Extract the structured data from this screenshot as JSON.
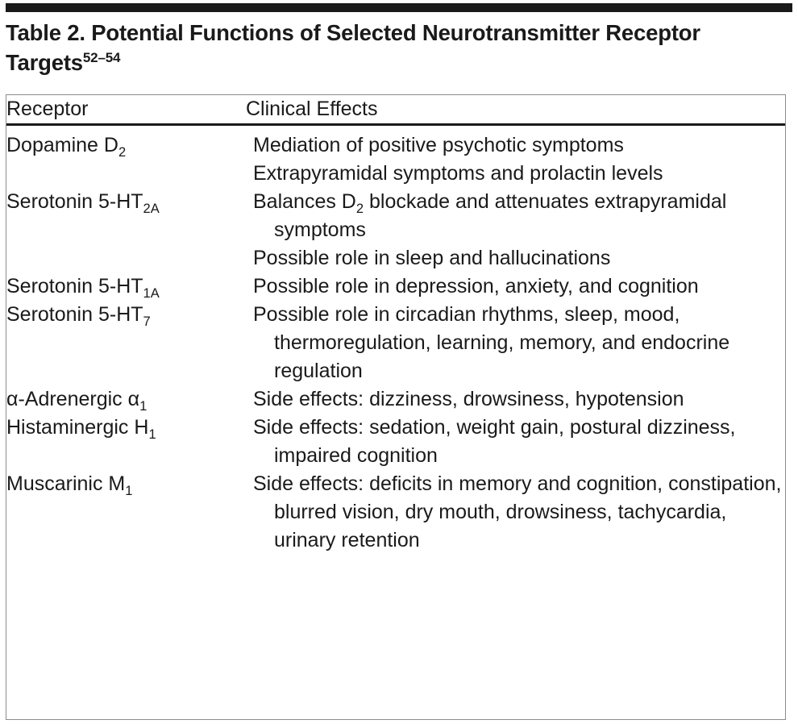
{
  "document": {
    "title_prefix": "Table 2. Potential Functions of Selected Neurotransmitter Receptor Targets",
    "title_superscript": "52–54",
    "title_full": "Table 2. Potential Functions of Selected Neurotransmitter Receptor Targets52–54"
  },
  "table": {
    "columns": [
      {
        "key": "receptor",
        "header": "Receptor"
      },
      {
        "key": "effects",
        "header": "Clinical Effects"
      }
    ],
    "rows": [
      {
        "receptor_text": "Dopamine D2",
        "receptor_base": "Dopamine D",
        "receptor_sub": "2",
        "effects": [
          "Mediation of positive psychotic symptoms",
          "Extrapyramidal symptoms and prolactin levels"
        ]
      },
      {
        "receptor_text": "Serotonin 5-HT2A",
        "receptor_base": "Serotonin 5-HT",
        "receptor_sub": "2A",
        "effects": [
          "Balances D2 blockade and attenuates extrapyramidal symptoms",
          "Possible role in sleep and hallucinations"
        ],
        "effects_rich": [
          {
            "pre": "Balances D",
            "sub": "2",
            "post": " blockade and attenuates extrapyramidal symptoms"
          },
          {
            "pre": "Possible role in sleep and hallucinations",
            "sub": "",
            "post": ""
          }
        ]
      },
      {
        "receptor_text": "Serotonin 5-HT1A",
        "receptor_base": "Serotonin 5-HT",
        "receptor_sub": "1A",
        "effects": [
          "Possible role in depression, anxiety, and cognition"
        ]
      },
      {
        "receptor_text": "Serotonin 5-HT7",
        "receptor_base": "Serotonin 5-HT",
        "receptor_sub": "7",
        "effects": [
          "Possible role in circadian rhythms, sleep, mood, thermoregulation, learning, memory, and endocrine regulation"
        ]
      },
      {
        "receptor_text": "α-Adrenergic α1",
        "receptor_base": "α-Adrenergic α",
        "receptor_sub": "1",
        "effects": [
          "Side effects: dizziness, drowsiness, hypotension"
        ]
      },
      {
        "receptor_text": "Histaminergic H1",
        "receptor_base": "Histaminergic H",
        "receptor_sub": "1",
        "effects": [
          "Side effects: sedation, weight gain, postural dizziness, impaired cognition"
        ]
      },
      {
        "receptor_text": "Muscarinic M1",
        "receptor_base": "Muscarinic M",
        "receptor_sub": "1",
        "effects": [
          "Side effects: deficits in memory and cognition, constipation, blurred vision, dry mouth, drowsiness, tachycardia, urinary retention"
        ]
      }
    ]
  },
  "style": {
    "text_color": "#1a1a1a",
    "rule_color": "#1a1a1a",
    "border_color": "#8c8c8c",
    "background": "#ffffff"
  }
}
